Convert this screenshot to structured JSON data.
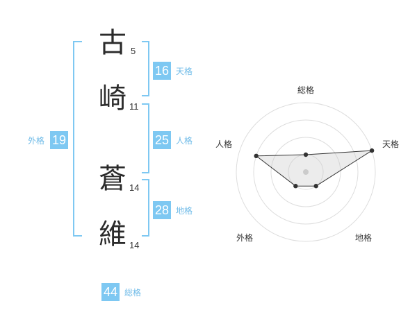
{
  "name": {
    "chars": [
      {
        "char": "古",
        "strokes": "5"
      },
      {
        "char": "崎",
        "strokes": "11"
      },
      {
        "char": "蒼",
        "strokes": "14"
      },
      {
        "char": "維",
        "strokes": "14"
      }
    ]
  },
  "fortune": {
    "tenkaku": {
      "value": "16",
      "label": "天格"
    },
    "jinkaku": {
      "value": "25",
      "label": "人格"
    },
    "chikaku": {
      "value": "28",
      "label": "地格"
    },
    "gaikaku": {
      "value": "19",
      "label": "外格"
    },
    "soukaku": {
      "value": "44",
      "label": "総格"
    }
  },
  "colors": {
    "accent": "#7ec8f2",
    "label": "#6fbbe8",
    "text": "#2b2b2b"
  },
  "chart_data": {
    "type": "radar",
    "axes": [
      "総格",
      "天格",
      "地格",
      "外格",
      "人格"
    ],
    "values": [
      0.25,
      1.0,
      0.25,
      0.25,
      0.75
    ],
    "rings": 4
  }
}
